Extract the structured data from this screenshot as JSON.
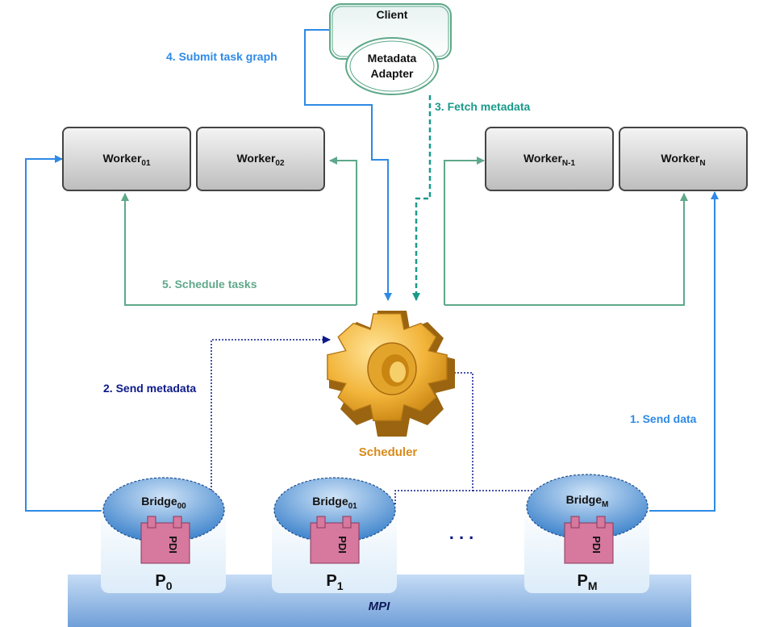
{
  "client": {
    "title": "Client",
    "adapter_line1": "Metadata",
    "adapter_line2": "Adapter"
  },
  "workers": [
    {
      "base": "Worker",
      "sub": "01"
    },
    {
      "base": "Worker",
      "sub": "02"
    },
    {
      "base": "Worker",
      "sub": "N-1"
    },
    {
      "base": "Worker",
      "sub": "N"
    }
  ],
  "scheduler_label": "Scheduler",
  "steps": {
    "send_data": "1. Send data",
    "send_metadata": "2. Send metadata",
    "fetch_metadata": "3. Fetch metadata",
    "submit_task_graph": "4. Submit task graph",
    "schedule_tasks": "5. Schedule tasks"
  },
  "processes": [
    {
      "bridge_base": "Bridge",
      "bridge_sub": "00",
      "pdi": "PDI",
      "p_base": "P",
      "p_sub": "0"
    },
    {
      "bridge_base": "Bridge",
      "bridge_sub": "01",
      "pdi": "PDI",
      "p_base": "P",
      "p_sub": "1"
    },
    {
      "bridge_base": "Bridge",
      "bridge_sub": "M",
      "pdi": "PDI",
      "p_base": "P",
      "p_sub": "M"
    }
  ],
  "ellipsis": ". . .",
  "mpi_label": "MPI",
  "colors": {
    "blue": "#2e8ae6",
    "teal": "#1a9a8a",
    "green": "#5fa88a",
    "navy": "#0d1a8a",
    "orange": "#d98a1a"
  }
}
